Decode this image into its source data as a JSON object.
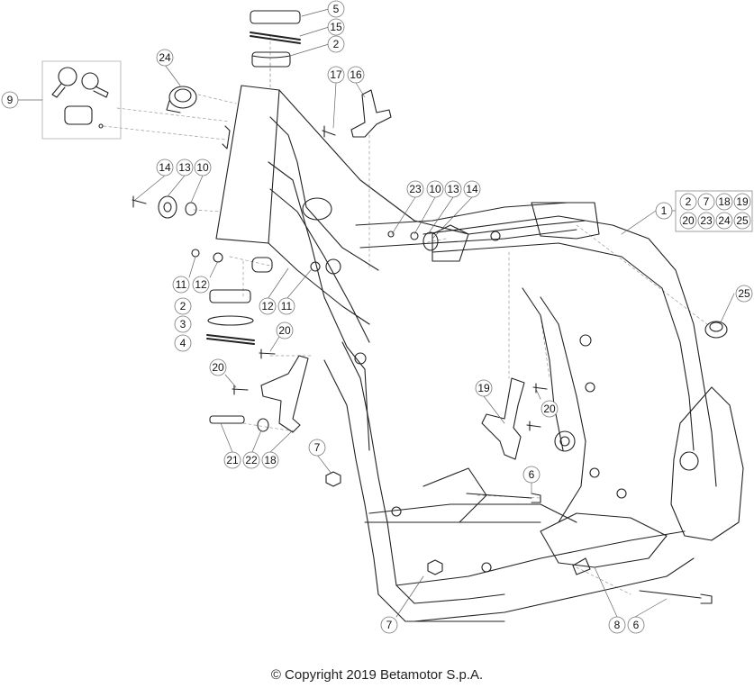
{
  "diagram": {
    "title": "",
    "callouts": [
      {
        "id": "c5",
        "label": "5"
      },
      {
        "id": "c15",
        "label": "15"
      },
      {
        "id": "c2a",
        "label": "2"
      },
      {
        "id": "c24",
        "label": "24"
      },
      {
        "id": "c17",
        "label": "17"
      },
      {
        "id": "c16",
        "label": "16"
      },
      {
        "id": "c9",
        "label": "9"
      },
      {
        "id": "c14a",
        "label": "14"
      },
      {
        "id": "c13a",
        "label": "13"
      },
      {
        "id": "c10a",
        "label": "10"
      },
      {
        "id": "c23a",
        "label": "23"
      },
      {
        "id": "c10b",
        "label": "10"
      },
      {
        "id": "c13b",
        "label": "13"
      },
      {
        "id": "c14b",
        "label": "14"
      },
      {
        "id": "c1",
        "label": "1"
      },
      {
        "id": "c11a",
        "label": "11"
      },
      {
        "id": "c12a",
        "label": "12"
      },
      {
        "id": "c12b",
        "label": "12"
      },
      {
        "id": "c11b",
        "label": "11"
      },
      {
        "id": "c2b",
        "label": "2"
      },
      {
        "id": "c3",
        "label": "3"
      },
      {
        "id": "c4",
        "label": "4"
      },
      {
        "id": "c20a",
        "label": "20"
      },
      {
        "id": "c20b",
        "label": "20"
      },
      {
        "id": "c19",
        "label": "19"
      },
      {
        "id": "c20c",
        "label": "20"
      },
      {
        "id": "c25",
        "label": "25"
      },
      {
        "id": "c21",
        "label": "21"
      },
      {
        "id": "c22",
        "label": "22"
      },
      {
        "id": "c18",
        "label": "18"
      },
      {
        "id": "c7a",
        "label": "7"
      },
      {
        "id": "c6a",
        "label": "6"
      },
      {
        "id": "c7b",
        "label": "7"
      },
      {
        "id": "c8",
        "label": "8"
      },
      {
        "id": "c6b",
        "label": "6"
      }
    ],
    "kit_box": {
      "row1": [
        "2",
        "7",
        "18",
        "19"
      ],
      "row2": [
        "20",
        "23",
        "24",
        "25"
      ]
    },
    "copyright": "© Copyright 2019 Betamotor S.p.A."
  }
}
